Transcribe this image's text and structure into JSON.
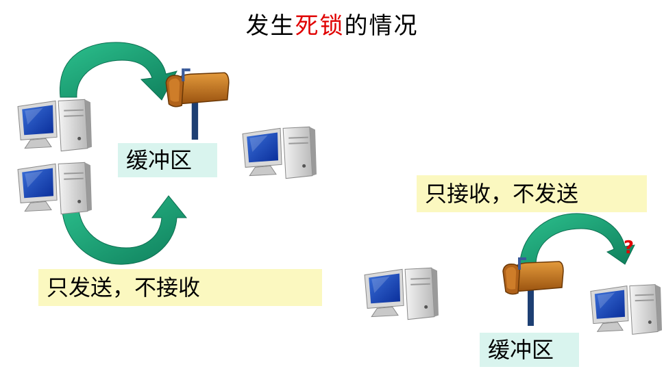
{
  "title": {
    "prefix": "发生",
    "highlight": "死锁",
    "suffix": "的情况",
    "highlight_color": "#e00000"
  },
  "labels": {
    "buffer_left": "缓冲区",
    "buffer_right": "缓冲区",
    "send_only": "只发送，不接收",
    "receive_only": "只接收，不发送",
    "question_mark": "?"
  },
  "colors": {
    "arrow_green": "#1aa57a",
    "label_cyan": "#d9f4ee",
    "label_yellow": "#fbf8c0",
    "mailbox_orange": "#c9781e"
  },
  "icons": [
    "computer-icon",
    "mailbox-icon",
    "curved-arrow-icon"
  ]
}
